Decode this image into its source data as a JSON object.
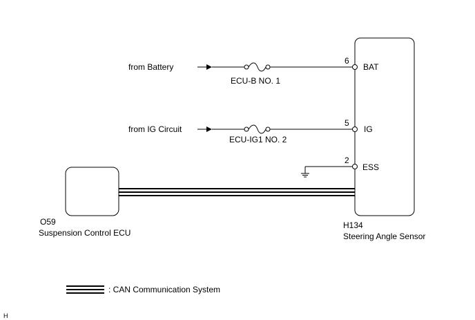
{
  "sources": {
    "battery": "from Battery",
    "ig": "from IG Circuit"
  },
  "fuses": {
    "ecu_b": "ECU-B NO. 1",
    "ecu_ig1": "ECU-IG1 NO. 2"
  },
  "sensor": {
    "code": "H134",
    "name": "Steering Angle Sensor",
    "pins": [
      {
        "number": "6",
        "label": "BAT"
      },
      {
        "number": "5",
        "label": "IG"
      },
      {
        "number": "2",
        "label": "ESS"
      }
    ]
  },
  "ecu": {
    "code": "O59",
    "name": "Suspension Control ECU"
  },
  "legend": {
    "label": ": CAN Communication System"
  },
  "footer": {
    "mark": "H"
  }
}
